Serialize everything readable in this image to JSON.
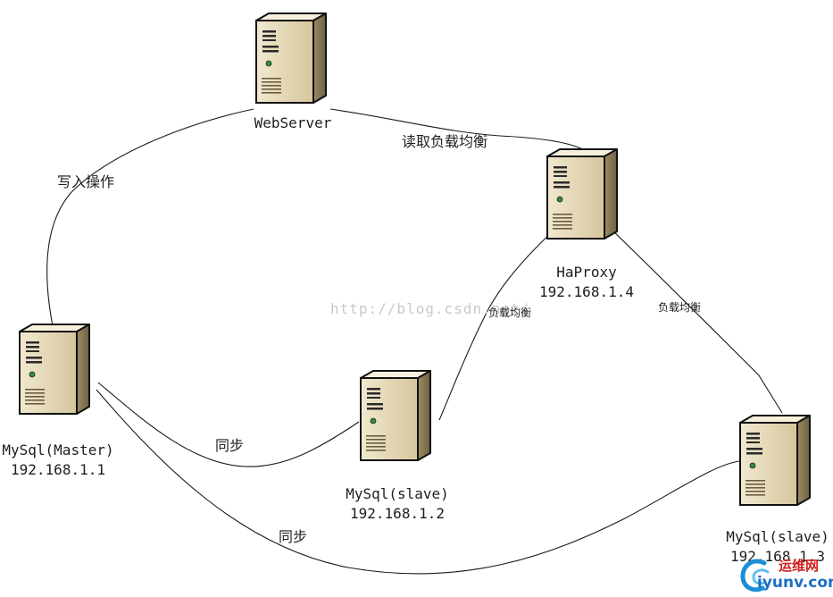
{
  "nodes": {
    "webserver": {
      "name": "WebServer"
    },
    "haproxy": {
      "name": "HaProxy",
      "ip": "192.168.1.4"
    },
    "master": {
      "name": "MySql(Master)",
      "ip": "192.168.1.1"
    },
    "slave1": {
      "name": "MySql(slave)",
      "ip": "192.168.1.2"
    },
    "slave2": {
      "name": "MySql(slave)",
      "ip": "192.168.1.3"
    }
  },
  "edges": {
    "write": "写入操作",
    "read": "读取负载均衡",
    "lb1": "负载均衡",
    "lb2": "负载均衡",
    "sync1": "同步",
    "sync2": "同步"
  },
  "watermark": "http://blog.csdn.net/",
  "logo": {
    "cn": "运维网",
    "en": "iyunv.com"
  },
  "colors": {
    "server_front": "#e4d7b4",
    "server_side": "#8a7a58",
    "server_top": "#f3ecd6",
    "line": "#1a1a1a"
  }
}
